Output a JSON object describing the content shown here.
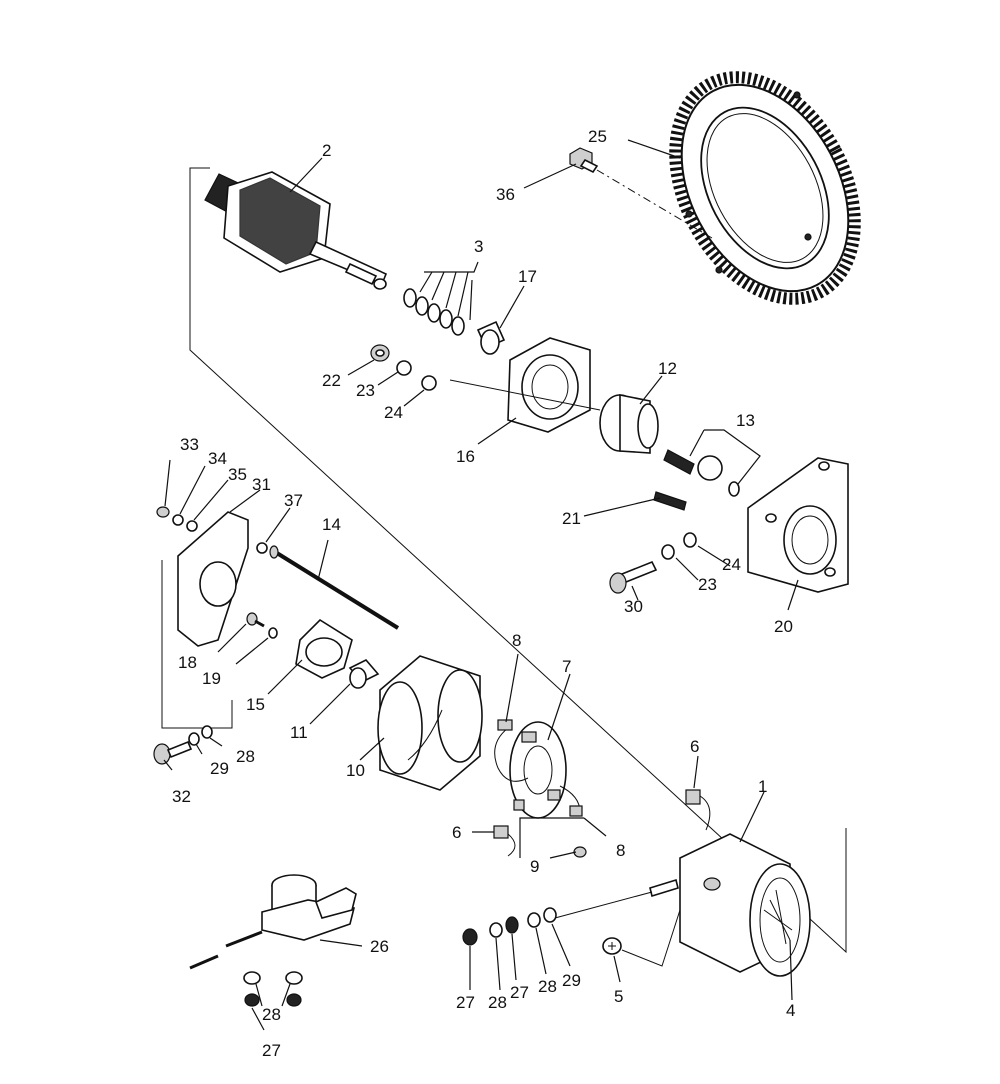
{
  "diagram": {
    "labels": {
      "p1": "1",
      "p2": "2",
      "p3": "3",
      "p4": "4",
      "p5": "5",
      "p6a": "6",
      "p6b": "6",
      "p7": "7",
      "p8a": "8",
      "p8b": "8",
      "p9": "9",
      "p10": "10",
      "p11": "11",
      "p12": "12",
      "p13": "13",
      "p14": "14",
      "p15": "15",
      "p16": "16",
      "p17": "17",
      "p18": "18",
      "p19": "19",
      "p20": "20",
      "p21": "21",
      "p22": "22",
      "p23a": "23",
      "p23b": "23",
      "p24a": "24",
      "p24b": "24",
      "p25": "25",
      "p26": "26",
      "p27a": "27",
      "p27b": "27",
      "p27c": "27",
      "p28a": "28",
      "p28b": "28",
      "p28c": "28",
      "p28d": "28",
      "p29a": "29",
      "p29b": "29",
      "p30": "30",
      "p31": "31",
      "p32": "32",
      "p33": "33",
      "p34": "34",
      "p35": "35",
      "p36": "36",
      "p37": "37"
    }
  }
}
